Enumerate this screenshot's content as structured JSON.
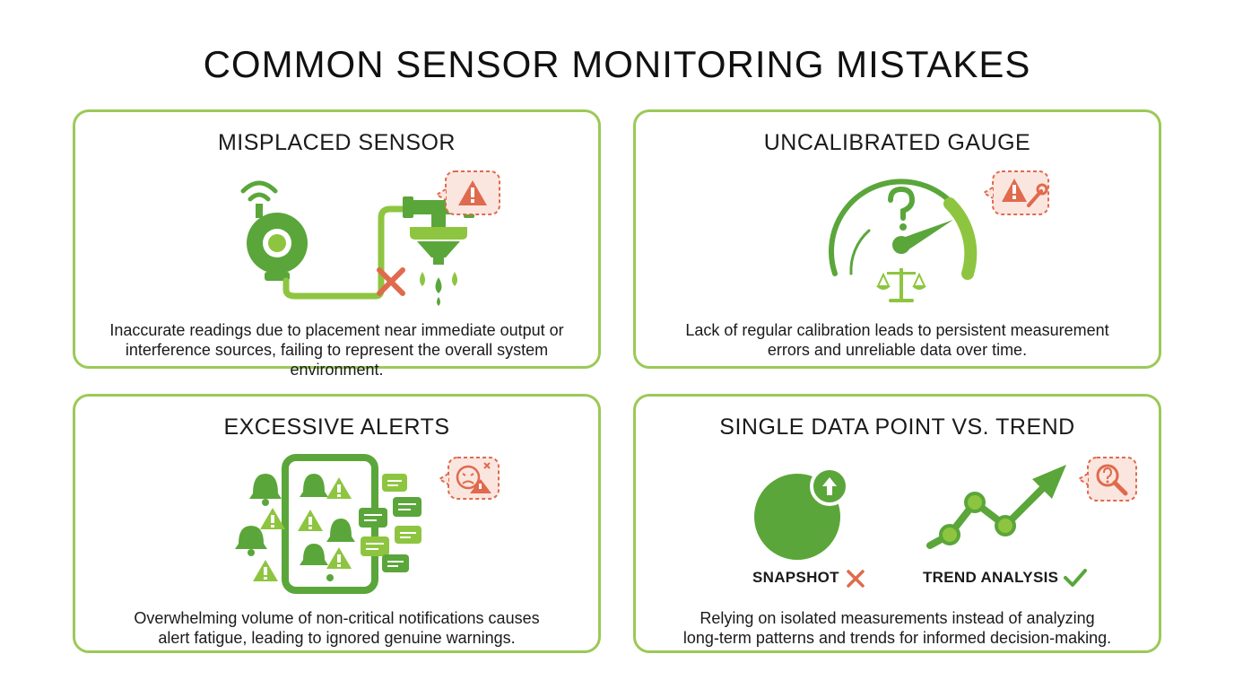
{
  "title": "COMMON SENSOR MONITORING MISTAKES",
  "colors": {
    "green": "#5aa63a",
    "light_green": "#8ec540",
    "border": "#9bc957",
    "alert_red": "#e06a4d",
    "alert_bg": "#fbe6df"
  },
  "cards": [
    {
      "title": "MISPLACED SENSOR",
      "desc_lines": [
        "Inaccurate readings due to placement near immediate output or",
        "interference sources, failing to represent the overall system environment."
      ],
      "icons": [
        "wireless-sensor-icon",
        "sprayer-nozzle-icon",
        "red-x-icon",
        "warning-icon"
      ]
    },
    {
      "title": "UNCALIBRATED GAUGE",
      "desc_lines": [
        "Lack of regular calibration leads to persistent measurement",
        "errors and unreliable data over time."
      ],
      "icons": [
        "gauge-icon",
        "question-mark-icon",
        "balance-scale-icon",
        "warning-wrench-icon"
      ]
    },
    {
      "title": "EXCESSIVE ALERTS",
      "desc_lines": [
        "Overwhelming volume of non-critical notifications causes",
        "alert fatigue, leading to ignored genuine warnings."
      ],
      "icons": [
        "tablet-icon",
        "bell-icon",
        "warning-icon",
        "chat-bubble-icon",
        "stressed-face-icon"
      ]
    },
    {
      "title": "SINGLE DATA POINT VS. TREND",
      "desc_lines": [
        "Relying on isolated measurements instead of analyzing",
        "long-term patterns and trends for informed decision-making."
      ],
      "snapshot_label": "SNAPSHOT",
      "trend_label": "TREND ANALYSIS",
      "icons": [
        "snapshot-dot-icon",
        "up-arrow-badge-icon",
        "trend-line-icon",
        "magnifier-question-icon",
        "check-icon",
        "red-x-icon"
      ]
    }
  ]
}
